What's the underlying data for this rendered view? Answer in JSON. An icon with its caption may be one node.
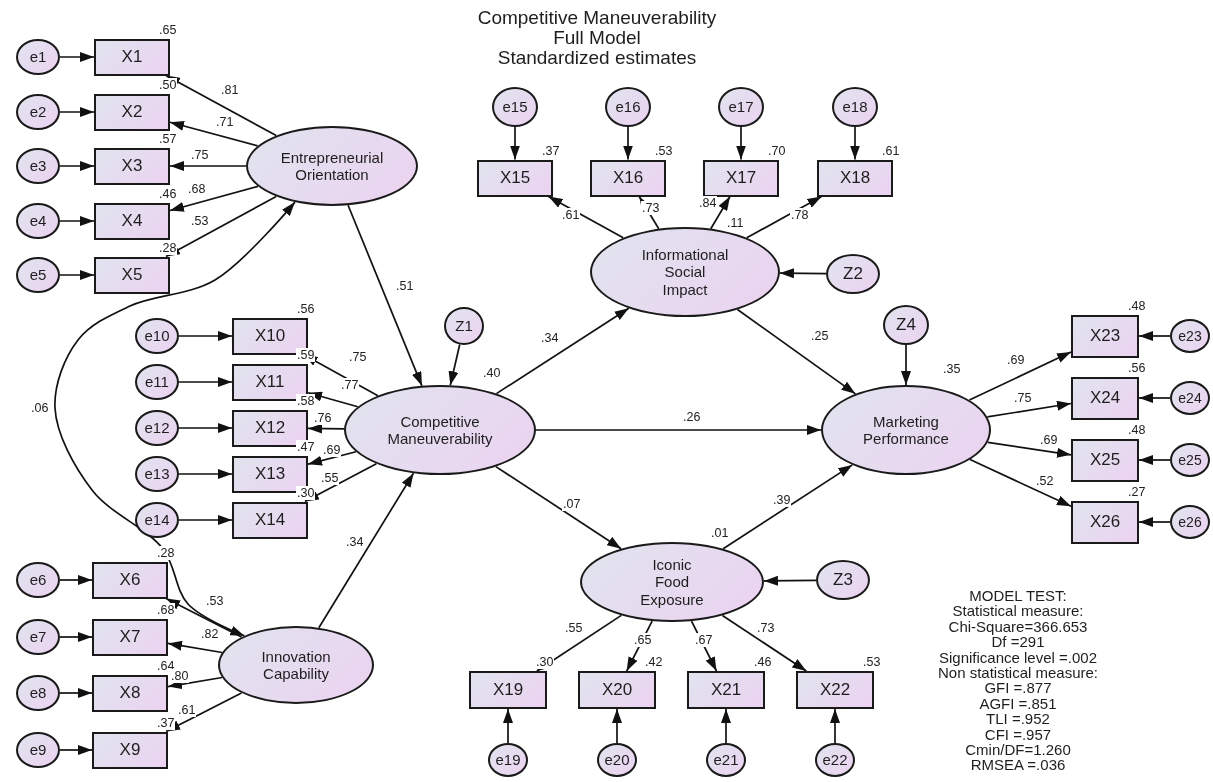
{
  "diagram": {
    "title": "Competitive Maneuverability Full Model Standardized estimates",
    "nodes": [
      {
        "text": [
          "e1"
        ]
      },
      {
        "text": [
          "X1"
        ],
        "beside": [
          ".65"
        ]
      },
      {
        "text": [
          "e2"
        ]
      },
      {
        "text": [
          "X2"
        ],
        "beside": [
          ".50"
        ]
      },
      {
        "text": [
          "e3"
        ]
      },
      {
        "text": [
          "X3"
        ],
        "beside": [
          ".57"
        ]
      },
      {
        "text": [
          "e4"
        ]
      },
      {
        "text": [
          "X4"
        ],
        "beside": [
          ".46"
        ]
      },
      {
        "text": [
          "e5"
        ]
      },
      {
        "text": [
          "X5"
        ],
        "beside": [
          ".28"
        ]
      },
      {
        "text": [
          "Entrepreneurial Orientation"
        ]
      },
      {
        "text": [
          "e6"
        ]
      },
      {
        "text": [
          "X6"
        ],
        "beside": [
          ".28"
        ]
      },
      {
        "text": [
          "e7"
        ]
      },
      {
        "text": [
          "X7"
        ],
        "beside": [
          ".68"
        ]
      },
      {
        "text": [
          "e8"
        ]
      },
      {
        "text": [
          "X8"
        ],
        "beside": [
          ".64"
        ]
      },
      {
        "text": [
          "e9"
        ]
      },
      {
        "text": [
          "X9"
        ],
        "beside": [
          ".37"
        ]
      },
      {
        "text": [
          "Innovation Capability"
        ]
      },
      {
        "text": [
          "e10"
        ]
      },
      {
        "text": [
          "X10"
        ],
        "beside": [
          ".56"
        ]
      },
      {
        "text": [
          "e11"
        ]
      },
      {
        "text": [
          "X11"
        ],
        "beside": [
          ".59"
        ]
      },
      {
        "text": [
          "e12"
        ]
      },
      {
        "text": [
          "X12"
        ],
        "beside": [
          ".58"
        ]
      },
      {
        "text": [
          "e13"
        ]
      },
      {
        "text": [
          "X13"
        ],
        "beside": [
          ".47"
        ]
      },
      {
        "text": [
          "e14"
        ]
      },
      {
        "text": [
          "X14"
        ],
        "beside": [
          ".30"
        ]
      },
      {
        "text": [
          "Z1"
        ]
      },
      {
        "text": [
          "Competitive Maneuverability"
        ],
        "beside": [
          ".40"
        ]
      },
      {
        "text": [
          "e15"
        ]
      },
      {
        "text": [
          "e16"
        ]
      },
      {
        "text": [
          "e17"
        ]
      },
      {
        "text": [
          "e18"
        ]
      },
      {
        "text": [
          "X15"
        ],
        "beside": [
          ".37"
        ]
      },
      {
        "text": [
          "X16"
        ],
        "beside": [
          ".53"
        ]
      },
      {
        "text": [
          "X17"
        ],
        "beside": [
          ".70"
        ]
      },
      {
        "text": [
          "X18"
        ],
        "beside": [
          ".61"
        ]
      },
      {
        "text": [
          "Informational Social Impact"
        ],
        "beside": [
          ".11"
        ]
      },
      {
        "text": [
          "Z2"
        ]
      },
      {
        "text": [
          "Iconic Food Exposure"
        ],
        "beside": [
          ".01"
        ]
      },
      {
        "text": [
          "Z3"
        ]
      },
      {
        "text": [
          "X19"
        ],
        "beside": [
          ".30"
        ]
      },
      {
        "text": [
          "X20"
        ],
        "beside": [
          ".42"
        ]
      },
      {
        "text": [
          "X21"
        ],
        "beside": [
          ".46"
        ]
      },
      {
        "text": [
          "X22"
        ],
        "beside": [
          ".53"
        ]
      },
      {
        "text": [
          "e19"
        ]
      },
      {
        "text": [
          "e20"
        ]
      },
      {
        "text": [
          "e21"
        ]
      },
      {
        "text": [
          "e22"
        ]
      },
      {
        "text": [
          "Z4"
        ]
      },
      {
        "text": [
          "Marketing Performance"
        ],
        "beside": [
          ".35"
        ]
      },
      {
        "text": [
          "X23"
        ],
        "beside": [
          ".48"
        ]
      },
      {
        "text": [
          "e23"
        ]
      },
      {
        "text": [
          "X24"
        ],
        "beside": [
          ".56"
        ]
      },
      {
        "text": [
          "e24"
        ]
      },
      {
        "text": [
          "X25"
        ],
        "beside": [
          ".48"
        ]
      },
      {
        "text": [
          "e25"
        ]
      },
      {
        "text": [
          "X26"
        ],
        "beside": [
          ".27"
        ]
      },
      {
        "text": [
          "e26"
        ]
      }
    ],
    "edges": [
      {
        "from": 0,
        "to": 1,
        "arrow": "to"
      },
      {
        "from": 2,
        "to": 3,
        "arrow": "to"
      },
      {
        "from": 4,
        "to": 5,
        "arrow": "to"
      },
      {
        "from": 6,
        "to": 7,
        "arrow": "to"
      },
      {
        "from": 8,
        "to": 9,
        "arrow": "to"
      },
      {
        "from": 10,
        "to": 1,
        "arrow": "to",
        "label": ".81"
      },
      {
        "from": 10,
        "to": 3,
        "arrow": "to",
        "label": ".71"
      },
      {
        "from": 10,
        "to": 5,
        "arrow": "to",
        "label": ".75"
      },
      {
        "from": 10,
        "to": 7,
        "arrow": "to",
        "label": ".68"
      },
      {
        "from": 10,
        "to": 9,
        "arrow": "to",
        "label": ".53"
      },
      {
        "from": 11,
        "to": 12,
        "arrow": "to"
      },
      {
        "from": 13,
        "to": 14,
        "arrow": "to"
      },
      {
        "from": 15,
        "to": 16,
        "arrow": "to"
      },
      {
        "from": 17,
        "to": 18,
        "arrow": "to"
      },
      {
        "from": 19,
        "to": 12,
        "arrow": "to",
        "label": ".53"
      },
      {
        "from": 19,
        "to": 14,
        "arrow": "to",
        "label": ".82"
      },
      {
        "from": 19,
        "to": 16,
        "arrow": "to",
        "label": ".80"
      },
      {
        "from": 19,
        "to": 18,
        "arrow": "to",
        "label": ".61"
      },
      {
        "from": 20,
        "to": 21,
        "arrow": "to"
      },
      {
        "from": 22,
        "to": 23,
        "arrow": "to"
      },
      {
        "from": 24,
        "to": 25,
        "arrow": "to"
      },
      {
        "from": 26,
        "to": 27,
        "arrow": "to"
      },
      {
        "from": 28,
        "to": 29,
        "arrow": "to"
      },
      {
        "from": 31,
        "to": 21,
        "arrow": "to",
        "label": ".75"
      },
      {
        "from": 31,
        "to": 23,
        "arrow": "to",
        "label": ".77"
      },
      {
        "from": 31,
        "to": 25,
        "arrow": "to",
        "label": ".76"
      },
      {
        "from": 31,
        "to": 27,
        "arrow": "to",
        "label": ".69"
      },
      {
        "from": 31,
        "to": 29,
        "arrow": "to",
        "label": ".55"
      },
      {
        "from": 30,
        "to": 31,
        "arrow": "to"
      },
      {
        "from": 10,
        "to": 31,
        "arrow": "to",
        "label": ".51"
      },
      {
        "from": 19,
        "to": 31,
        "arrow": "to",
        "label": ".34"
      },
      {
        "from": 10,
        "to": 19,
        "arrow": "both",
        "label": ".06"
      },
      {
        "from": 32,
        "to": 36,
        "arrow": "to"
      },
      {
        "from": 33,
        "to": 37,
        "arrow": "to"
      },
      {
        "from": 34,
        "to": 38,
        "arrow": "to"
      },
      {
        "from": 35,
        "to": 39,
        "arrow": "to"
      },
      {
        "from": 40,
        "to": 36,
        "arrow": "to",
        "label": ".61"
      },
      {
        "from": 40,
        "to": 37,
        "arrow": "to",
        "label": ".73"
      },
      {
        "from": 40,
        "to": 38,
        "arrow": "to",
        "label": ".84"
      },
      {
        "from": 40,
        "to": 39,
        "arrow": "to",
        "label": ".78"
      },
      {
        "from": 41,
        "to": 40,
        "arrow": "to"
      },
      {
        "from": 31,
        "to": 40,
        "arrow": "to",
        "label": ".34"
      },
      {
        "from": 31,
        "to": 53,
        "arrow": "to",
        "label": ".26"
      },
      {
        "from": 31,
        "to": 42,
        "arrow": "to",
        "label": ".07"
      },
      {
        "from": 40,
        "to": 53,
        "arrow": "to",
        "label": ".25"
      },
      {
        "from": 42,
        "to": 53,
        "arrow": "to",
        "label": ".39"
      },
      {
        "from": 43,
        "to": 42,
        "arrow": "to"
      },
      {
        "from": 42,
        "to": 44,
        "arrow": "to",
        "label": ".55"
      },
      {
        "from": 42,
        "to": 45,
        "arrow": "to",
        "label": ".65"
      },
      {
        "from": 42,
        "to": 46,
        "arrow": "to",
        "label": ".67"
      },
      {
        "from": 42,
        "to": 47,
        "arrow": "to",
        "label": ".73"
      },
      {
        "from": 48,
        "to": 44,
        "arrow": "to"
      },
      {
        "from": 49,
        "to": 45,
        "arrow": "to"
      },
      {
        "from": 50,
        "to": 46,
        "arrow": "to"
      },
      {
        "from": 51,
        "to": 47,
        "arrow": "to"
      },
      {
        "from": 52,
        "to": 53,
        "arrow": "to"
      },
      {
        "from": 53,
        "to": 54,
        "arrow": "to",
        "label": ".69"
      },
      {
        "from": 53,
        "to": 56,
        "arrow": "to",
        "label": ".75"
      },
      {
        "from": 53,
        "to": 58,
        "arrow": "to",
        "label": ".69"
      },
      {
        "from": 53,
        "to": 60,
        "arrow": "to",
        "label": ".52"
      },
      {
        "from": 55,
        "to": 54,
        "arrow": "to"
      },
      {
        "from": 57,
        "to": 56,
        "arrow": "to"
      },
      {
        "from": 59,
        "to": 58,
        "arrow": "to"
      },
      {
        "from": 61,
        "to": 60,
        "arrow": "to"
      }
    ],
    "labels": [
      "MODEL TEST:",
      "Statistical measure:",
      "Chi-Square=366.653",
      "Df =291",
      "Significance level =.002",
      "Non statistical measure:",
      "GFI =.877",
      "AGFI =.851",
      "TLI =.952",
      "CFI =.957",
      "Cmin/DF=1.260",
      "RMSEA =.036"
    ]
  }
}
